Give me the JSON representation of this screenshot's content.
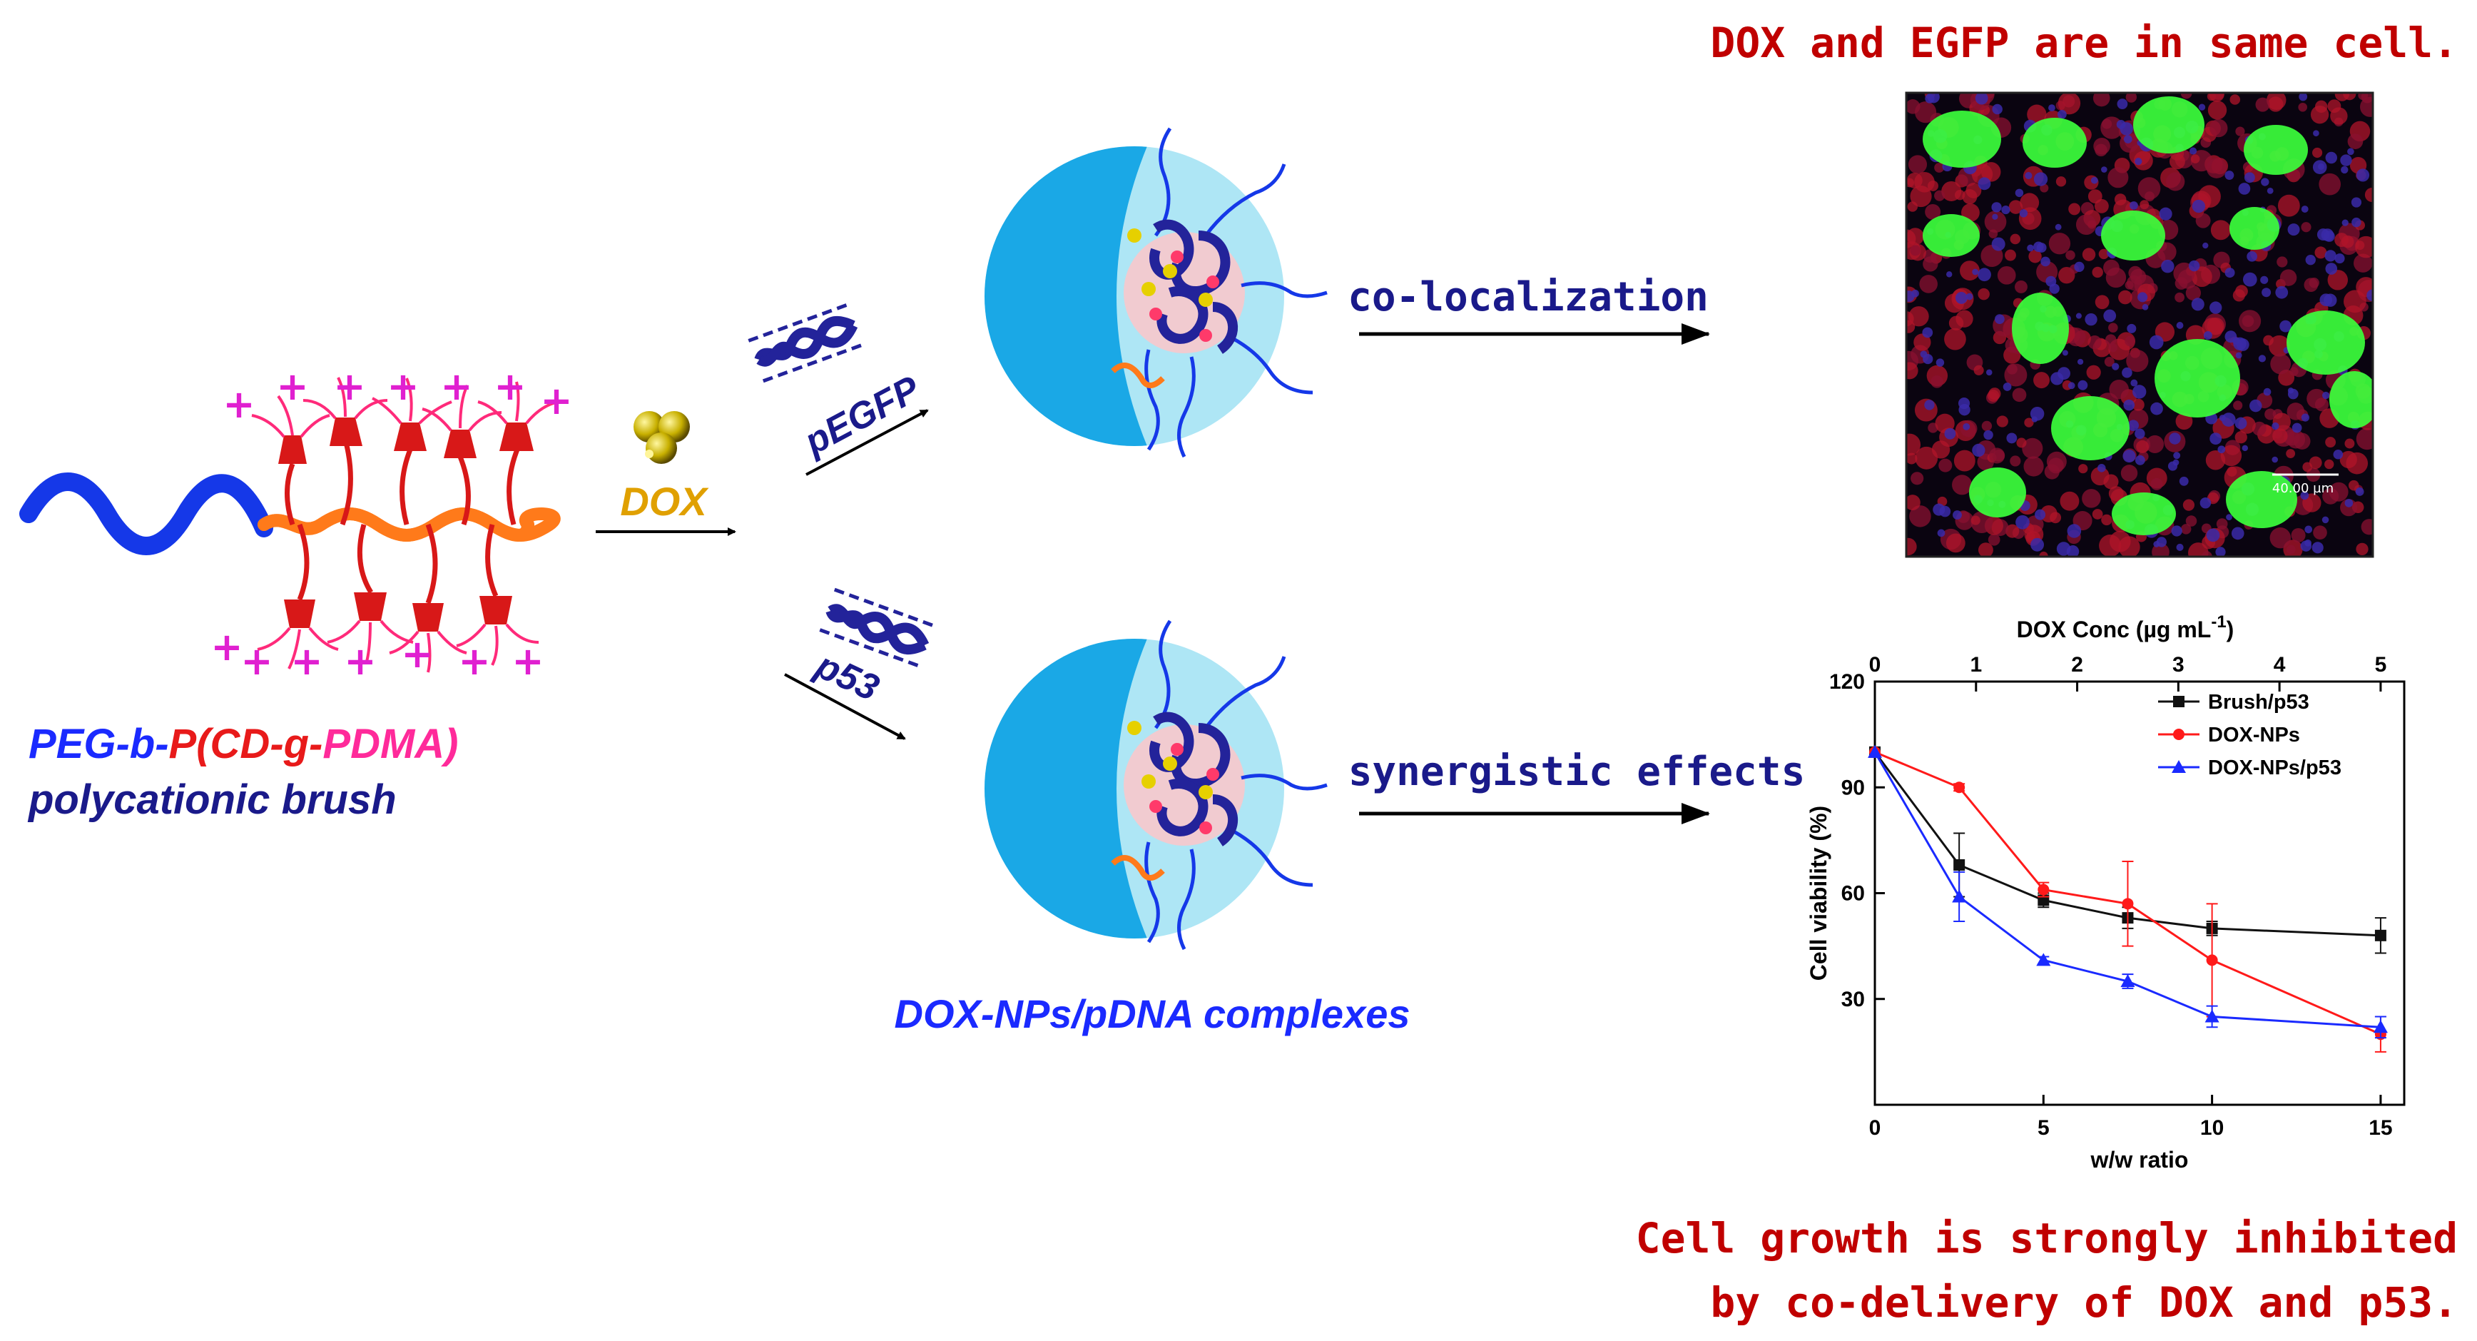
{
  "brush": {
    "name_part1": "PEG-b-",
    "name_part2": "P(CD-g-",
    "name_part3": "PDMA)",
    "subtitle": "polycationic brush",
    "plus_sign": "+"
  },
  "steps": {
    "dox_label": "DOX",
    "pegfp_label": "pEGFP",
    "p53_label": "p53",
    "complexes_label": "DOX-NPs/pDNA complexes",
    "colocalization_label": "co-localization",
    "synergy_label": "synergistic effects"
  },
  "micrograph": {
    "caption": "DOX and EGFP are in same cell.",
    "scale_bar_label": "40.00 µm"
  },
  "conclusion": {
    "line1": "Cell growth is strongly inhibited",
    "line2": "by co-delivery of DOX and p53."
  },
  "colors": {
    "peg": "#1538e8",
    "backbone": "#ff7a1a",
    "cd": "#d81818",
    "pdma": "#ff2a7a",
    "charge": "#e020d0",
    "np_shell": "#aee6f5",
    "np_left": "#1aa8e6",
    "caption_red": "#c00000"
  },
  "chart_data": {
    "type": "line",
    "xlabel": "w/w ratio",
    "ylabel": "Cell viability (%)",
    "top_axis_label": "DOX Conc (µg mL",
    "top_axis_superscript": "-1",
    "top_axis_suffix": ")",
    "xlim": [
      0,
      15.7
    ],
    "ylim": [
      0,
      120
    ],
    "xticks": [
      "0",
      "5",
      "10",
      "15"
    ],
    "xtick_values": [
      0,
      5,
      10,
      15
    ],
    "yticks": [
      "30",
      "60",
      "90",
      "120"
    ],
    "ytick_values": [
      30,
      60,
      90,
      120
    ],
    "top_ticks": [
      "0",
      "1",
      "2",
      "3",
      "4",
      "5"
    ],
    "top_tick_values": [
      0,
      1,
      2,
      3,
      4,
      5
    ],
    "top_max": 5,
    "grid": false,
    "legend_position": "top-right",
    "series": [
      {
        "name": "Brush/p53",
        "color": "#111111",
        "marker": "square",
        "x": [
          0,
          2.5,
          5,
          7.5,
          10,
          15
        ],
        "y": [
          100,
          68,
          58,
          53,
          50,
          48
        ],
        "err": [
          0,
          9,
          2,
          3,
          2,
          5
        ]
      },
      {
        "name": "DOX-NPs",
        "color": "#ff1a1a",
        "marker": "circle",
        "x": [
          0,
          2.5,
          5,
          7.5,
          10,
          15
        ],
        "y": [
          100,
          90,
          61,
          57,
          41,
          20
        ],
        "err": [
          0,
          1,
          2,
          12,
          16,
          5
        ]
      },
      {
        "name": "DOX-NPs/p53",
        "color": "#1a2aff",
        "marker": "triangle",
        "x": [
          0,
          2.5,
          5,
          7.5,
          10,
          15
        ],
        "y": [
          100,
          59,
          41,
          35,
          25,
          22
        ],
        "err": [
          0,
          7,
          1,
          2,
          3,
          3
        ]
      }
    ]
  }
}
